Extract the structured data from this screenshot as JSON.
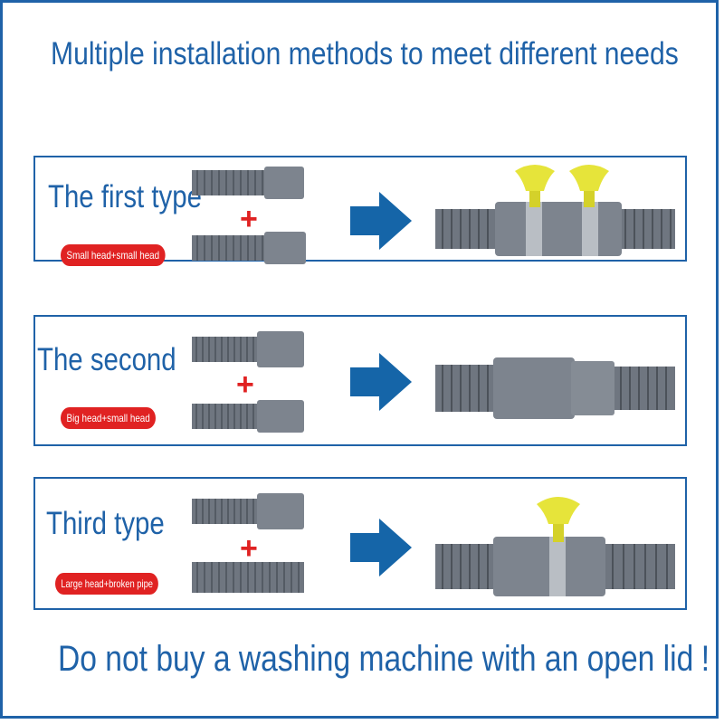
{
  "headline": "Multiple installation methods to meet different needs",
  "footer": {
    "text": "Do not buy a washing machine with an open lid",
    "exclamation": "!"
  },
  "colors": {
    "brand_blue": "#1f62a8",
    "arrow_blue": "#1565a8",
    "badge_red": "#e02222",
    "hose_gray": "#6f7680",
    "valve_yellow": "#e6e43a"
  },
  "panels": [
    {
      "title": "The first type",
      "badge": "Small head+small head",
      "plus": "+",
      "arrow_icon": "right-arrow-icon"
    },
    {
      "title": "The second",
      "badge": "Big head+small head",
      "plus": "+",
      "arrow_icon": "right-arrow-icon"
    },
    {
      "title": "Third type",
      "badge": "Large head+broken pipe",
      "plus": "+",
      "arrow_icon": "right-arrow-icon"
    }
  ]
}
